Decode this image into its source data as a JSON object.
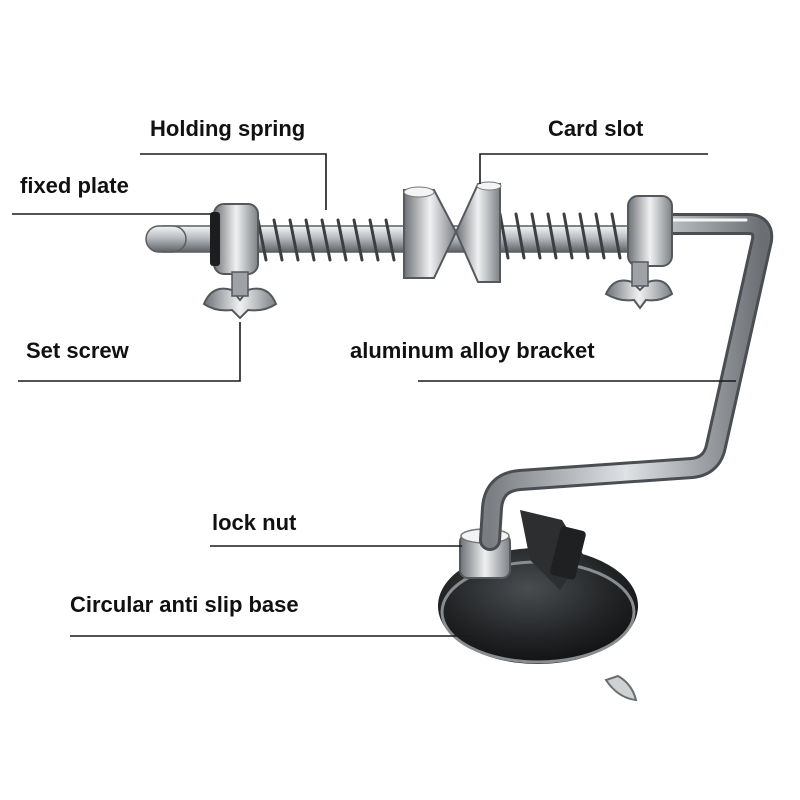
{
  "colors": {
    "leader_line": "#1a1a1a",
    "metal_light": "#e6e8ea",
    "metal_mid": "#a9adb2",
    "metal_dark": "#5e6266",
    "spring": "#3c3f42",
    "base": "#222426",
    "text": "#111111"
  },
  "labels": {
    "holding_spring": "Holding spring",
    "card_slot": "Card slot",
    "fixed_plate": "fixed plate",
    "set_screw": "Set screw",
    "aluminum_bracket": "aluminum alloy bracket",
    "lock_nut": "lock nut",
    "circular_base": "Circular anti slip base"
  }
}
